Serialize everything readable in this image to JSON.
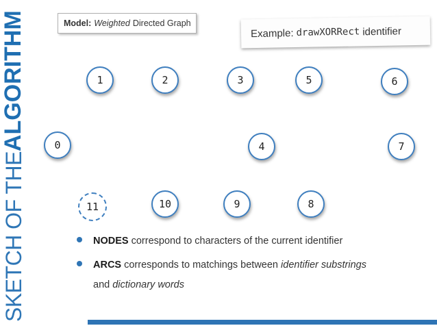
{
  "side_title": {
    "light": "SKETCH OF THE",
    "bold": "ALGORITHM"
  },
  "model": {
    "label": "Model:",
    "emphasis": "Weighted",
    "rest": "Directed Graph"
  },
  "example": {
    "prefix": "Example:",
    "code": "drawXORRect",
    "suffix": "identifier"
  },
  "nodes": [
    "0",
    "1",
    "2",
    "3",
    "4",
    "5",
    "6",
    "7",
    "8",
    "9",
    "10",
    "11"
  ],
  "bullets": [
    {
      "bold": "NODES",
      "text": " correspond to characters of the current identifier"
    },
    {
      "bold": "ARCS",
      "text1": " corresponds to matchings between ",
      "italic1": "identifier substrings",
      "line2_text": "and ",
      "italic2": "dictionary words"
    }
  ],
  "colors": {
    "accent": "#2e74b5",
    "node_border": "#3f7fbf"
  }
}
